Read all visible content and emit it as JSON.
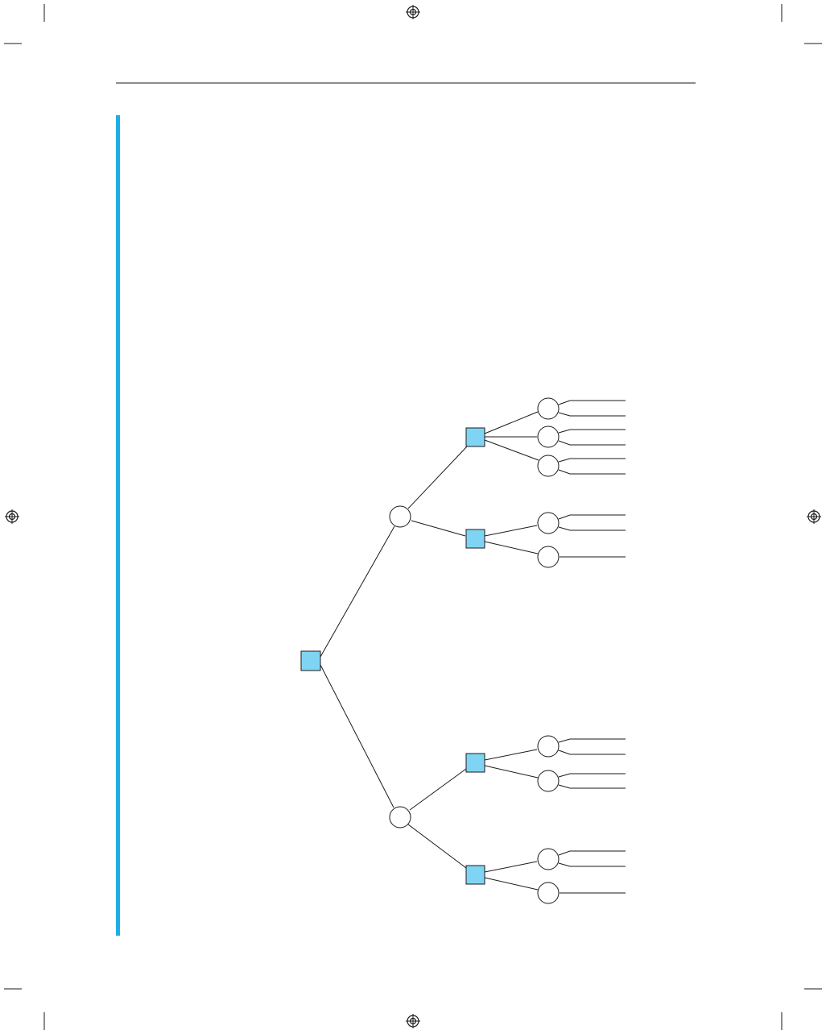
{
  "colors": {
    "accent_bar": "#1eaee6",
    "decision_fill": "#80d4f3",
    "chance_fill": "#ffffff",
    "line": "#1a1a1a"
  },
  "diagram": {
    "type": "decision-tree",
    "labels": [],
    "root": {
      "kind": "decision",
      "children": [
        {
          "kind": "chance",
          "children": [
            {
              "kind": "decision",
              "children": [
                {
                  "kind": "chance",
                  "outcomes": 2
                },
                {
                  "kind": "chance",
                  "outcomes": 2
                },
                {
                  "kind": "chance",
                  "outcomes": 2
                }
              ]
            },
            {
              "kind": "decision",
              "children": [
                {
                  "kind": "chance",
                  "outcomes": 2
                },
                {
                  "kind": "chance",
                  "outcomes": 1
                }
              ]
            }
          ]
        },
        {
          "kind": "chance",
          "children": [
            {
              "kind": "decision",
              "children": [
                {
                  "kind": "chance",
                  "outcomes": 2
                },
                {
                  "kind": "chance",
                  "outcomes": 2
                }
              ]
            },
            {
              "kind": "decision",
              "children": [
                {
                  "kind": "chance",
                  "outcomes": 2
                },
                {
                  "kind": "chance",
                  "outcomes": 1
                }
              ]
            }
          ]
        }
      ]
    }
  }
}
